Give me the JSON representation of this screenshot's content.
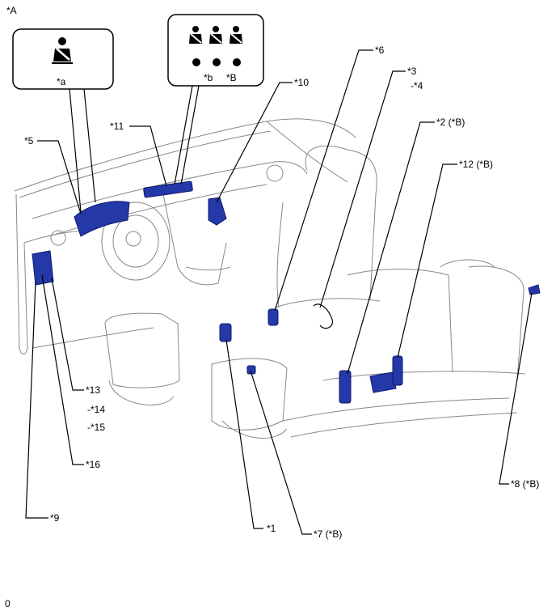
{
  "figure_label": "*A",
  "page_number": "0",
  "callouts": {
    "left": {
      "label": "*a"
    },
    "right": {
      "label_b": "*b",
      "label_B": "*B"
    }
  },
  "labels": {
    "l1": "*1",
    "l2": "*2 (*B)",
    "l3": "*3",
    "l4": "-*4",
    "l5": "*5",
    "l6": "*6",
    "l7": "*7 (*B)",
    "l8": "*8 (*B)",
    "l9": "*9",
    "l10": "*10",
    "l11": "*11",
    "l12": "*12 (*B)",
    "l13": "*13",
    "l14": "-*14",
    "l15": "-*15",
    "l16": "*16"
  },
  "colors": {
    "part": "#2538a8",
    "outline": "#888888"
  },
  "icons": {
    "callout_left": "seatbelt-person-icon",
    "callout_right": "seatbelt-person-icon"
  }
}
